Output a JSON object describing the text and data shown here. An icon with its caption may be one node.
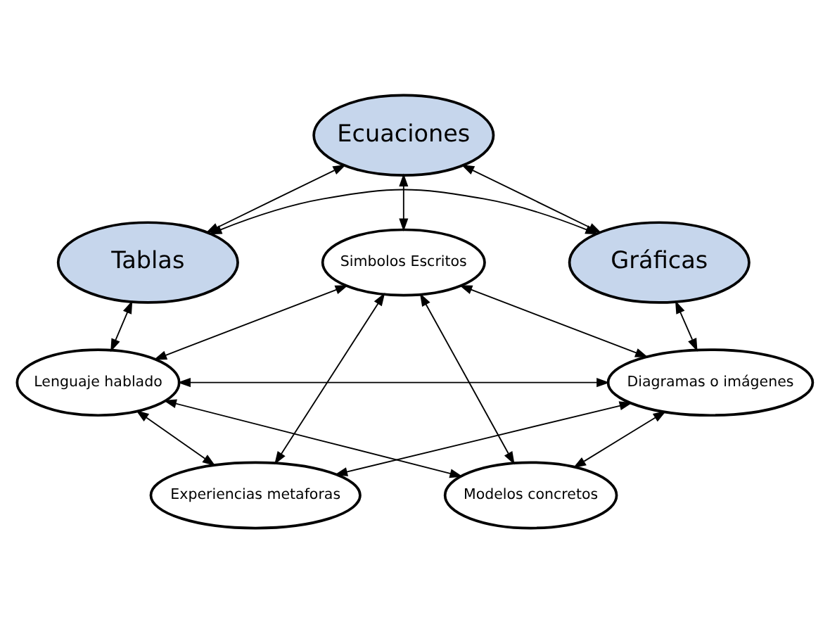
{
  "diagram": {
    "nodes": [
      {
        "text": [
          "Ecuaciones"
        ]
      },
      {
        "text": [
          "Tablas"
        ]
      },
      {
        "text": [
          "Gráficas"
        ]
      },
      {
        "text": [
          "Simbolos Escritos"
        ]
      },
      {
        "text": [
          "Lenguaje hablado"
        ]
      },
      {
        "text": [
          "Diagramas o imágenes"
        ]
      },
      {
        "text": [
          "Experiencias metaforas"
        ]
      },
      {
        "text": [
          "Modelos concretos"
        ]
      }
    ],
    "edges": [
      {
        "from": 1,
        "to": 0,
        "arrow": "both"
      },
      {
        "from": 0,
        "to": 2,
        "arrow": "both"
      },
      {
        "from": 1,
        "to": 2,
        "arrow": "both"
      },
      {
        "from": 0,
        "to": 3,
        "arrow": "both"
      },
      {
        "from": 1,
        "to": 4,
        "arrow": "both"
      },
      {
        "from": 2,
        "to": 5,
        "arrow": "both"
      },
      {
        "from": 4,
        "to": 3,
        "arrow": "both"
      },
      {
        "from": 3,
        "to": 5,
        "arrow": "both"
      },
      {
        "from": 4,
        "to": 5,
        "arrow": "both"
      },
      {
        "from": 4,
        "to": 6,
        "arrow": "both"
      },
      {
        "from": 4,
        "to": 7,
        "arrow": "both"
      },
      {
        "from": 6,
        "to": 3,
        "arrow": "both"
      },
      {
        "from": 3,
        "to": 7,
        "arrow": "both"
      },
      {
        "from": 6,
        "to": 5,
        "arrow": "both"
      },
      {
        "from": 7,
        "to": 5,
        "arrow": "both"
      }
    ]
  }
}
